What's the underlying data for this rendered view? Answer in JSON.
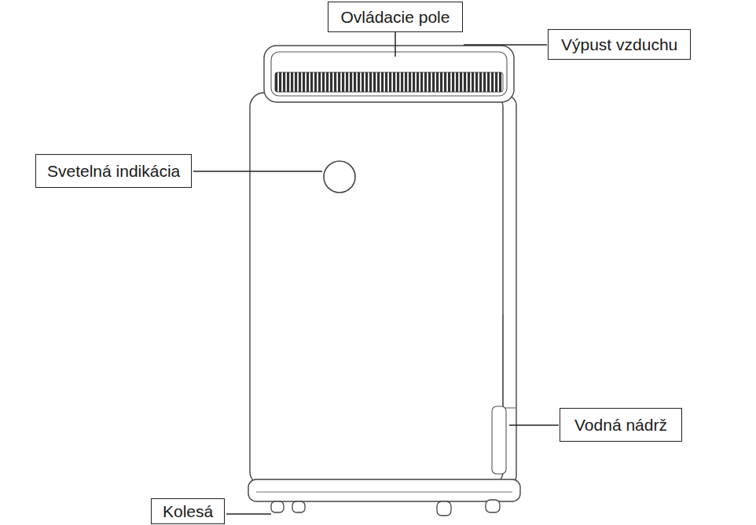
{
  "diagram": {
    "nodes": [
      {
        "text": [
          "Ovládacie pole"
        ]
      },
      {
        "text": [
          "Výpust vzduchu"
        ]
      },
      {
        "text": [
          "Svetelná indikácia"
        ]
      },
      {
        "text": [
          "Vodná nádrž"
        ]
      },
      {
        "text": [
          "Kolesá"
        ]
      }
    ]
  }
}
